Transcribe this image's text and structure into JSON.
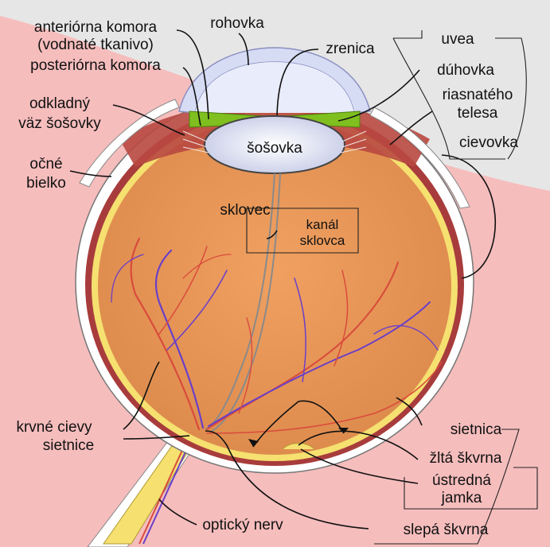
{
  "labels": {
    "anterior_chamber_1": "anteriórna komora",
    "anterior_chamber_2": "(vodnaté tkanivo)",
    "posterior_chamber": "posteriórna komora",
    "cornea": "rohovka",
    "pupil": "zrenica",
    "uvea": "uvea",
    "iris": "dúhovka",
    "ciliary_1": "riasnatého",
    "ciliary_2": "telesa",
    "choroid": "cievovka",
    "zonule_1": "odkladný",
    "zonule_2": "väz šošovky",
    "lens": "šošovka",
    "sclera_1": "očné",
    "sclera_2": "bielko",
    "vitreous": "sklovec",
    "hyaloid_1": "kanál",
    "hyaloid_2": "sklovca",
    "retinal_vessels_1": "krvné cievy",
    "retinal_vessels_2": "sietnice",
    "retina": "sietnica",
    "macula": "žltá škvrna",
    "fovea_1": "ústredná",
    "fovea_2": "jamka",
    "optic_nerve": "optický nerv",
    "blind_spot": "slepá škvrna"
  },
  "colors": {
    "background": "#f6bdbd",
    "background_top": "#e6e6e6",
    "vitreous": "#e8965a",
    "sclera": "#ffffff",
    "choroid": "#a83c3c",
    "retina": "#f5e070",
    "iris": "#7fbf1f",
    "cornea": "#d7dcf5",
    "lens": "#eef0fb",
    "artery": "#d94b3c",
    "vein": "#6a3fc8"
  }
}
